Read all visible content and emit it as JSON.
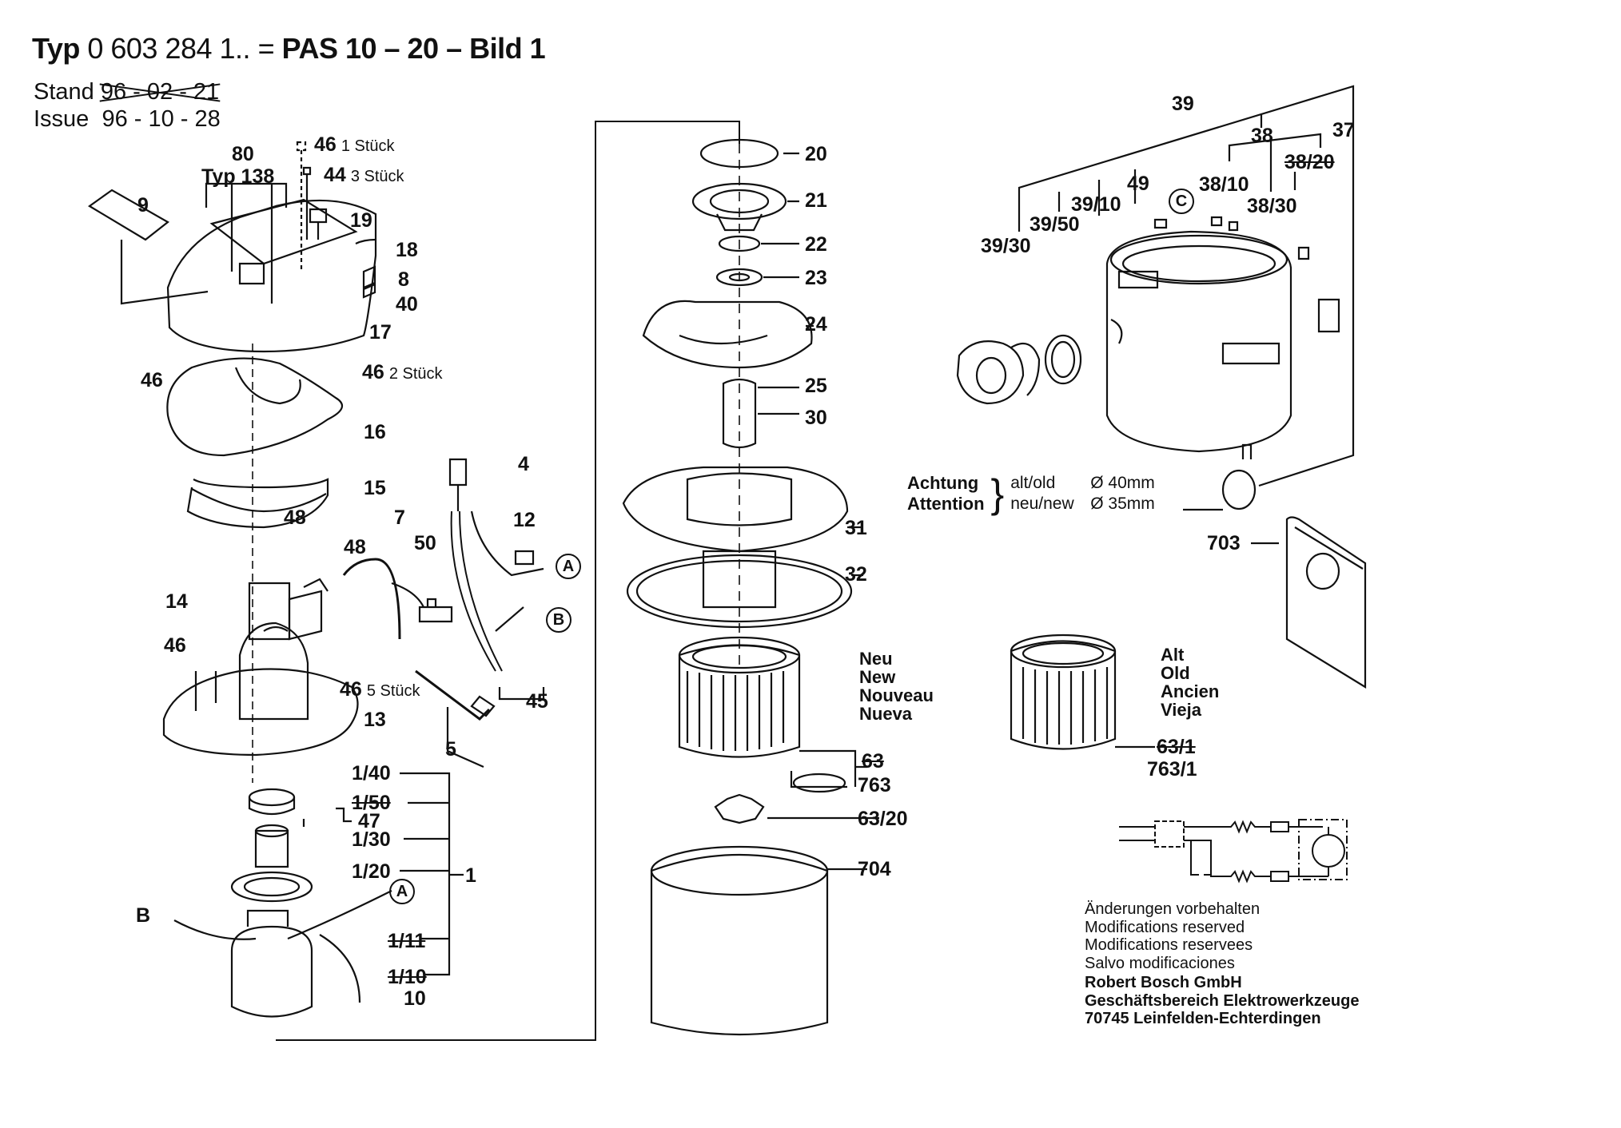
{
  "header": {
    "title_prefix": "Typ",
    "part_number": "0 603 284 1..",
    "equals": "=",
    "model": "PAS 10 – 20 – Bild 1",
    "stand_label": "Stand",
    "stand_date_struck": "96 - 02 - 21",
    "issue_label": "Issue",
    "issue_date": "96 - 10 - 28"
  },
  "parts_left": [
    {
      "id": "46",
      "note": "1 Stück"
    },
    {
      "id": "44",
      "note": "3 Stück"
    },
    {
      "id": "80",
      "note": ""
    },
    {
      "id": "Typ 138",
      "note": ""
    },
    {
      "id": "9",
      "note": ""
    },
    {
      "id": "19",
      "note": ""
    },
    {
      "id": "18",
      "note": ""
    },
    {
      "id": "8",
      "note": ""
    },
    {
      "id": "40",
      "note": ""
    },
    {
      "id": "17",
      "note": ""
    },
    {
      "id": "46",
      "note": ""
    },
    {
      "id": "46",
      "note": "2 Stück"
    },
    {
      "id": "16",
      "note": ""
    },
    {
      "id": "15",
      "note": ""
    },
    {
      "id": "48",
      "note": ""
    },
    {
      "id": "4",
      "note": ""
    },
    {
      "id": "12",
      "note": ""
    },
    {
      "id": "7",
      "note": ""
    },
    {
      "id": "48",
      "note": ""
    },
    {
      "id": "50",
      "note": ""
    },
    {
      "id": "14",
      "note": ""
    },
    {
      "id": "46",
      "note": ""
    },
    {
      "id": "46",
      "note": "5 Stück"
    },
    {
      "id": "45",
      "note": ""
    },
    {
      "id": "13",
      "note": ""
    },
    {
      "id": "5",
      "note": ""
    }
  ],
  "motor_group": {
    "assembly_id": "1",
    "items": [
      "1/40",
      "1/50",
      "47",
      "1/30",
      "1/20",
      "1/11",
      "1/10",
      "10"
    ],
    "struck_items": [
      "1/50",
      "1/11",
      "1/10"
    ]
  },
  "connectors": {
    "a": "A",
    "b": "B",
    "c": "C"
  },
  "parts_center": [
    "20",
    "21",
    "22",
    "23",
    "24",
    "25",
    "30",
    "31",
    "32",
    "63",
    "763",
    "63/20",
    "704"
  ],
  "struck_center": [
    "63"
  ],
  "filter_new": {
    "labels": [
      "Neu",
      "New",
      "Nouveau",
      "Nueva"
    ]
  },
  "filter_old": {
    "labels": [
      "Alt",
      "Old",
      "Ancien",
      "Vieja"
    ],
    "struck_id": "63/1",
    "id": "763/1"
  },
  "parts_right": {
    "group_39": "39",
    "group_38": "38",
    "items": [
      "37",
      "38/20",
      "38/10",
      "38/30",
      "49",
      "39/10",
      "39/50",
      "39/30",
      "703"
    ],
    "struck_items": [
      "38/20"
    ]
  },
  "attention": {
    "label_de": "Achtung",
    "label_en": "Attention",
    "old_text": "alt/old",
    "old_size": "Ø 40mm",
    "new_text": "neu/new",
    "new_size": "Ø 35mm"
  },
  "footer": {
    "lines": [
      "Änderungen vorbehalten",
      "Modifications reserved",
      "Modifications reservees",
      "Salvo modificaciones"
    ],
    "company": [
      "Robert Bosch GmbH",
      "Geschäftsbereich Elektrowerkzeuge",
      "70745 Leinfelden-Echterdingen"
    ]
  }
}
